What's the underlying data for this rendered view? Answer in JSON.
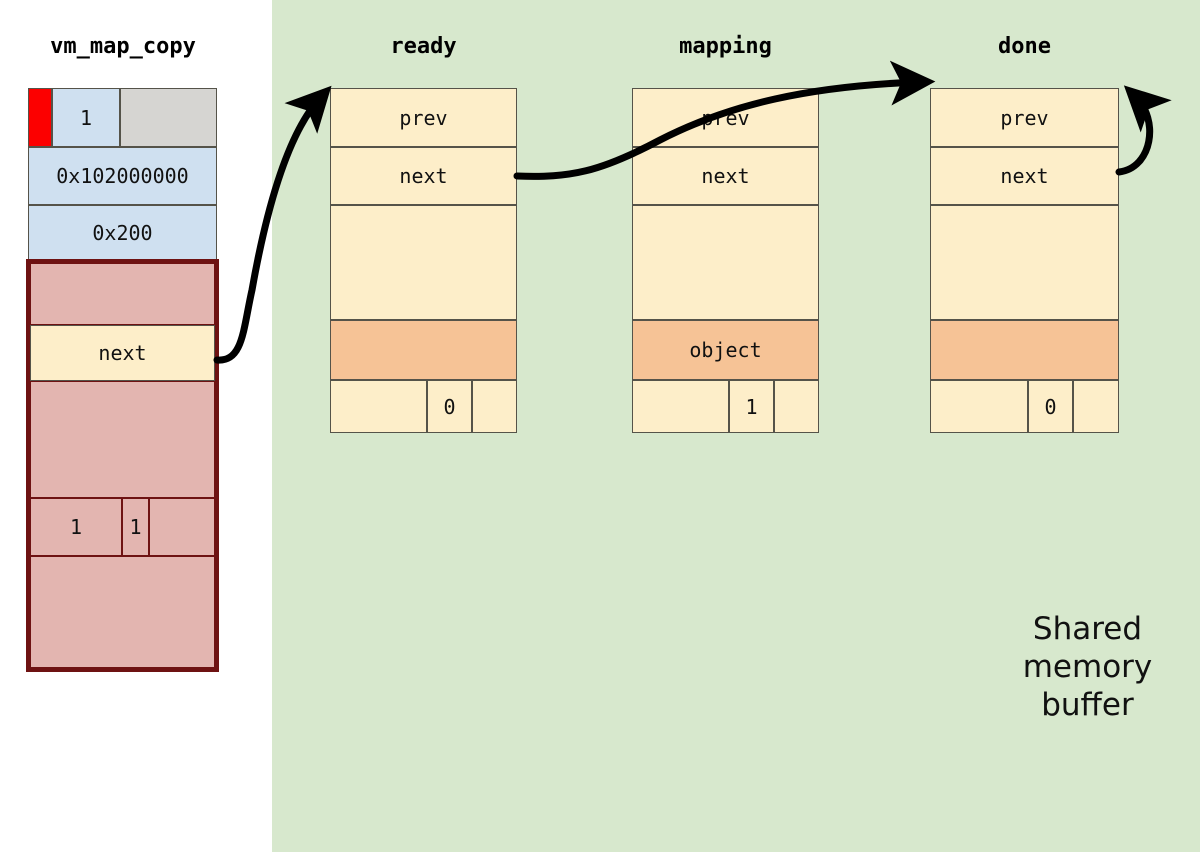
{
  "diagram": {
    "title_font_note": "monospace bold labels",
    "shared_region": {
      "caption": "Shared\nmemory\nbuffer",
      "color": "#d7e8cd"
    },
    "colors": {
      "cream": "#fdeec9",
      "orange": "#f6c396",
      "blue": "#cfe0f0",
      "gray": "#d6d5d2",
      "red": "#fc0000",
      "pink": "#e3b5b0",
      "pink_border": "#6e1212",
      "green_bg": "#d7e8cd"
    },
    "vm_map_copy": {
      "title": "vm_map_copy",
      "rows": {
        "flag_row": {
          "flag": "",
          "count": "1",
          "spare": ""
        },
        "address": "0x102000000",
        "size": "0x200",
        "kdata_pad_top": "",
        "next": "next",
        "kdata_pad_mid": "",
        "counters": {
          "left": "1",
          "mid": "1",
          "right": ""
        },
        "kdata_pad_bottom": ""
      }
    },
    "nodes": [
      {
        "title": "ready",
        "prev": "prev",
        "next": "next",
        "body": "",
        "object": "",
        "footer": {
          "left": "",
          "mid": "0",
          "right": ""
        }
      },
      {
        "title": "mapping",
        "prev": "prev",
        "next": "next",
        "body": "",
        "object": "object",
        "footer": {
          "left": "",
          "mid": "1",
          "right": ""
        }
      },
      {
        "title": "done",
        "prev": "prev",
        "next": "next",
        "body": "",
        "object": "",
        "footer": {
          "left": "",
          "mid": "0",
          "right": ""
        }
      }
    ],
    "arrows": [
      {
        "name": "copy-next-to-ready",
        "from": "vm_map_copy.next",
        "to": "ready.box-top-left"
      },
      {
        "name": "ready-next-to-done",
        "from": "ready.next",
        "to": "done.box-top-left"
      },
      {
        "name": "done-next-self-loop",
        "from": "done.next",
        "to": "done.box-top-right"
      }
    ]
  }
}
